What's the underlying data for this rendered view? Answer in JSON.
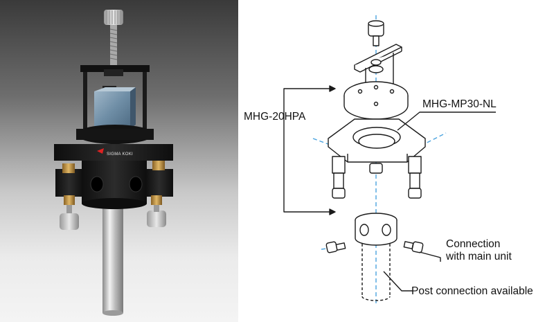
{
  "photo": {
    "brand": "SIGMA KOKI"
  },
  "diagram": {
    "labels": {
      "mhg_20hpa": "MHG-20HPA",
      "mhg_mp30_nl": "MHG-MP30-NL",
      "connection_line1": "Connection",
      "connection_line2": "with main unit",
      "post_connection": "Post connection available"
    }
  },
  "colors": {
    "background_gradient_top": "#3a3a3a",
    "background_gradient_bottom": "#f4f4f4",
    "anodized_black": "#1c1c1c",
    "brass": "#b8893a",
    "axis_line": "#4aa3df"
  }
}
